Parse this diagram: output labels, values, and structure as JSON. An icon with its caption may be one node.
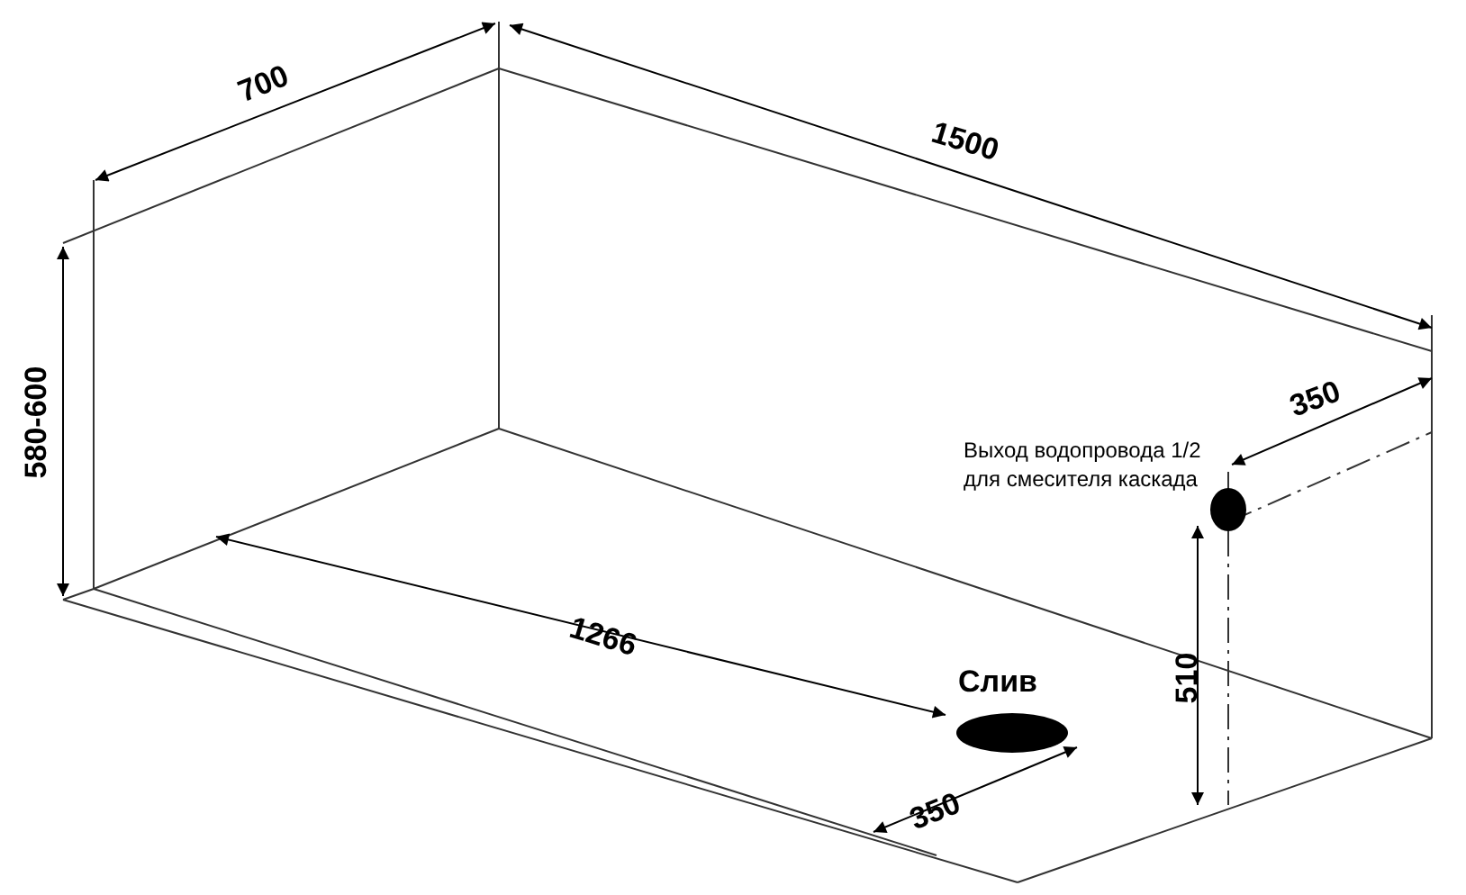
{
  "diagram": {
    "labels": [
      "700",
      "1500",
      "580-600",
      "350",
      "Выход водопровода 1/2 для смесителя каскада",
      "1266",
      "Слив",
      "510",
      "350"
    ]
  }
}
